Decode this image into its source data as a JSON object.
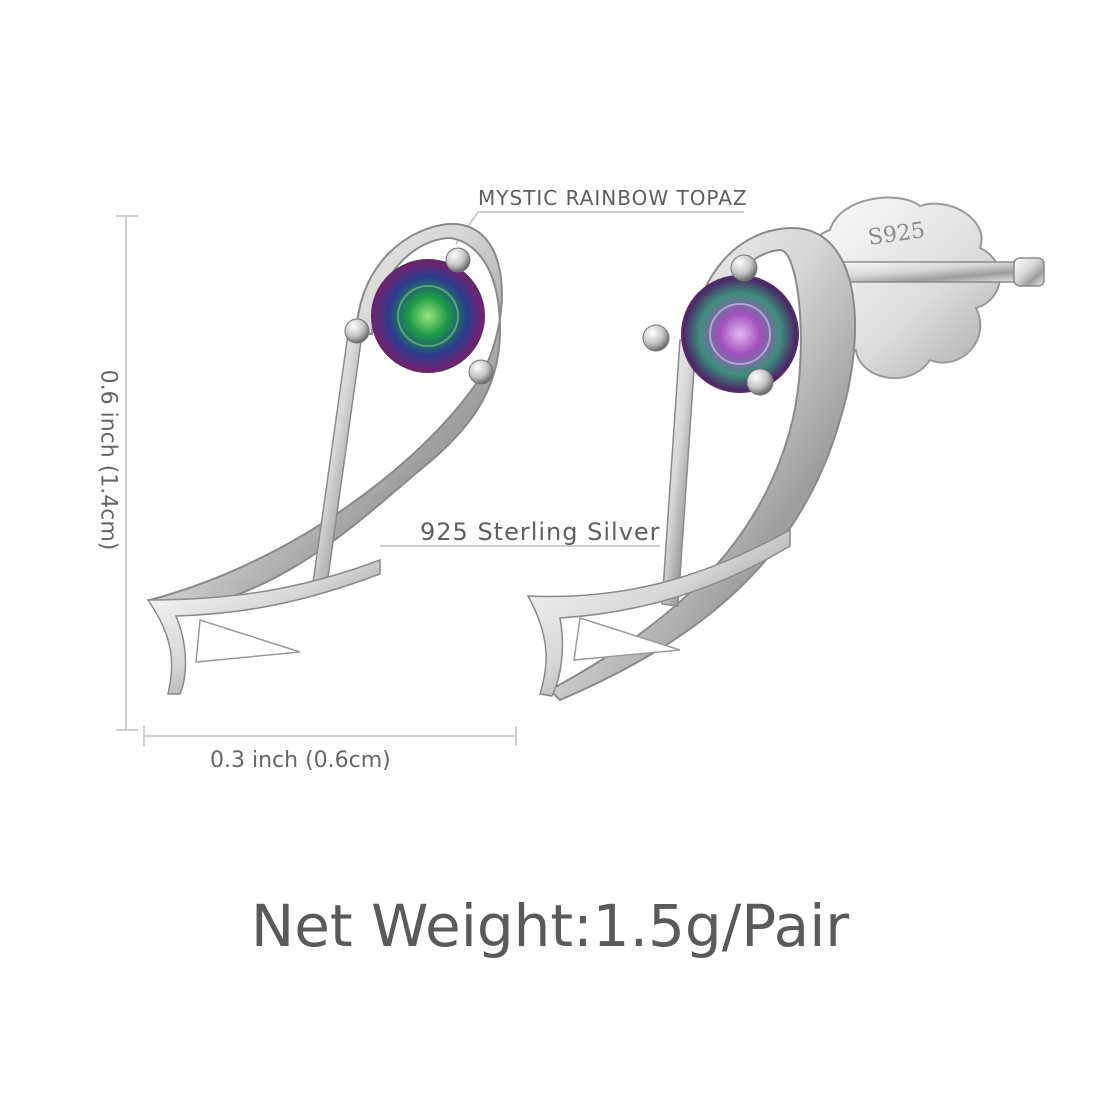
{
  "labels": {
    "gemstone": "MYSTIC RAINBOW TOPAZ",
    "material": "925 Sterling Silver",
    "height": "0.6 inch (1.4cm)",
    "width": "0.3 inch (0.6cm)",
    "net_weight": "Net Weight:1.5g/Pair",
    "stamp": "S925"
  },
  "colors": {
    "silver_light": "#f4f4f4",
    "silver_mid": "#c8c8c8",
    "silver_dark": "#8c8c8c",
    "gem_green": "#1f9a4a",
    "gem_purple": "#7b2a8c",
    "gem_blue": "#2b3f9a",
    "line": "#c9c9c9"
  }
}
